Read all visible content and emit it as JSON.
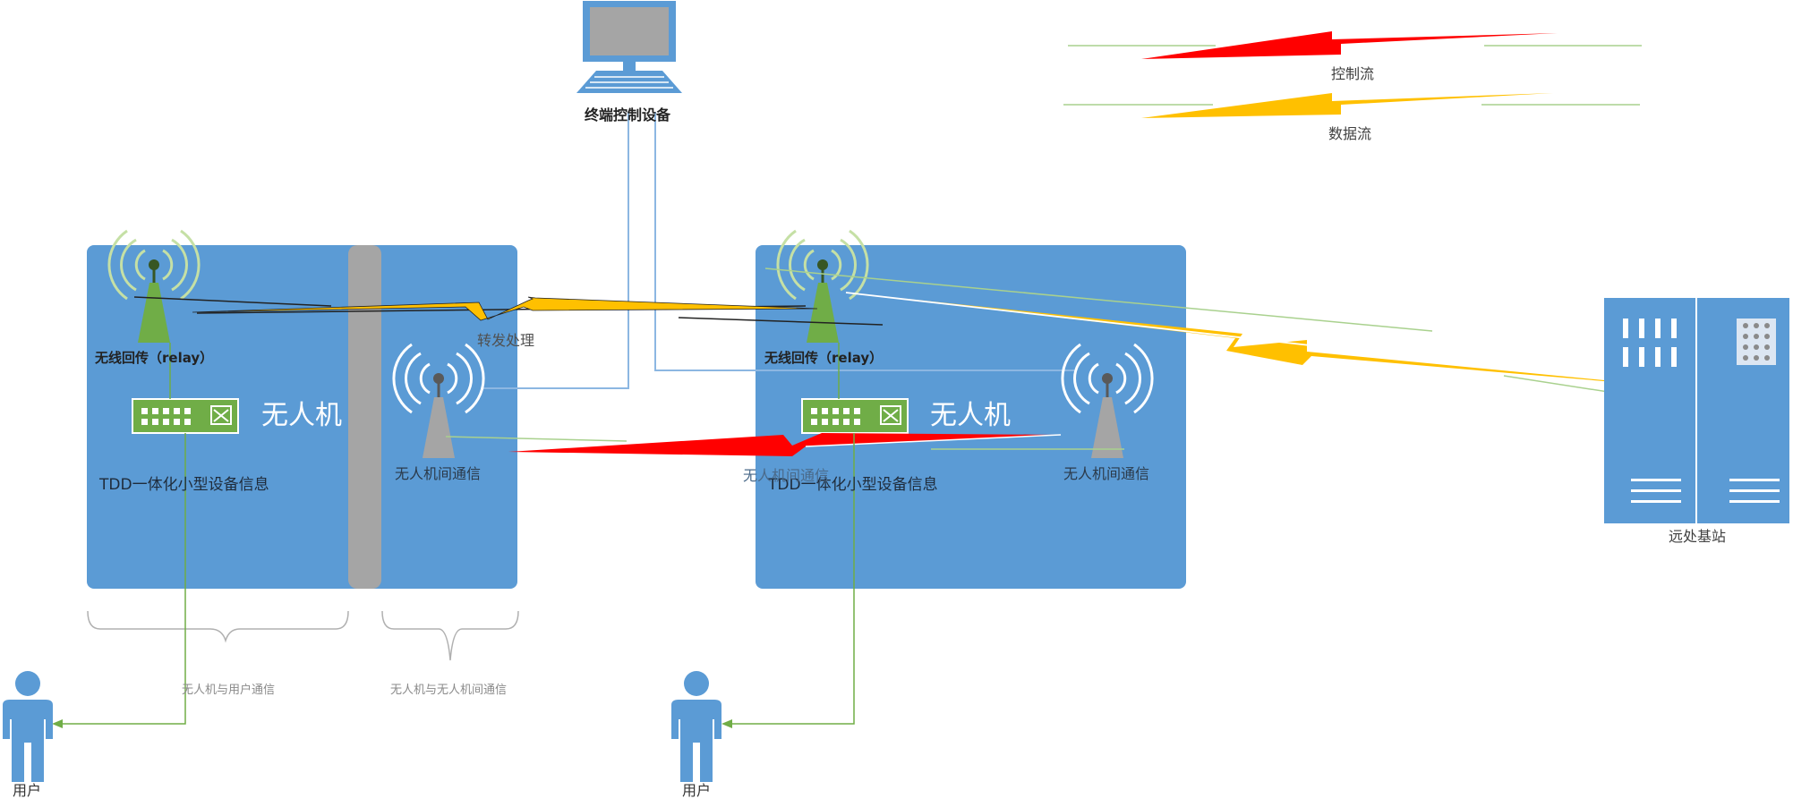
{
  "terminal": {
    "label": "终端控制设备"
  },
  "legend": {
    "control_label": "控制流",
    "data_label": "数据流"
  },
  "drone_left": {
    "relay_label": "无线回传（relay）",
    "device_label": "TDD一体化小型设备信息",
    "title": "无人机",
    "inter_label": "无人机间通信"
  },
  "drone_right": {
    "relay_label": "无线回传（relay）",
    "device_label": "TDD一体化小型设备信息",
    "title": "无人机",
    "inter_label": "无人机间通信"
  },
  "forward_label": "转发处理",
  "overlap_label": "无人机间通信",
  "base_station_label": "远处基站",
  "brace_user_label": "无人机与用户通信",
  "brace_drone_label": "无人机与无人机间通信",
  "user_left_label": "用户",
  "user_right_label": "用户",
  "colors": {
    "box": "#5b9bd5",
    "pillar": "#a5a5a5",
    "control_flow": "#ff0000",
    "data_flow": "#ffc000",
    "antenna_green": "#70ad47",
    "antenna_grey": "#a5a5a5",
    "wire": "#6ea6d9",
    "user_link": "#70ad47"
  }
}
